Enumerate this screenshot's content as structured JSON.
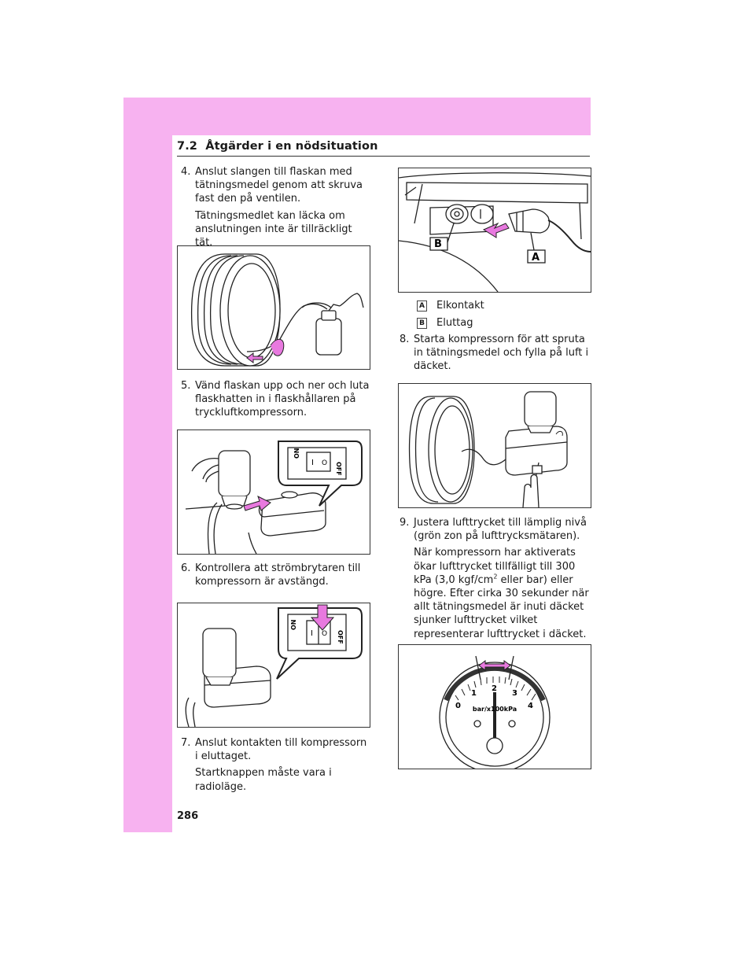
{
  "header": {
    "section": "7.2",
    "title": "Åtgärder i en nödsituation"
  },
  "page_number": "286",
  "steps": [
    {
      "num": "4.",
      "text": "Anslut slangen till flaskan med tätningsmedel genom att skruva fast den på ventilen.",
      "note": "Tätningsmedlet kan läcka om anslutningen inte är tillräckligt tät."
    },
    {
      "num": "5.",
      "text": "Vänd flaskan upp och ner och luta flaskhatten in i flaskhållaren på tryckluftkompressorn."
    },
    {
      "num": "6.",
      "text": "Kontrollera att strömbrytaren till kompressorn är avstängd."
    },
    {
      "num": "7.",
      "text": "Anslut kontakten till kompressorn i eluttaget.",
      "note": "Startknappen måste vara i radioläge."
    },
    {
      "num": "8.",
      "text": "Starta kompressorn för att spruta in tätningsmedel och fylla på luft i däcket."
    },
    {
      "num": "9.",
      "text": "Justera lufttrycket till lämplig nivå (grön zon på lufttrycksmätaren).",
      "note_a": "När kompressorn har aktiverats ökar lufttrycket tillfälligt till 300 kPa (3,0 kgf/cm",
      "note_sup": "2",
      "note_b": " eller bar) eller högre. Efter cirka 30 sekunder när allt tätningsmedel är inuti däcket sjunker lufttrycket vilket representerar lufttrycket i däcket."
    }
  ],
  "legend": [
    {
      "key": "A",
      "label": "Elkontakt"
    },
    {
      "key": "B",
      "label": "Eluttag"
    }
  ],
  "figures": {
    "switch_on": "ON",
    "switch_off": "OFF",
    "switch_on_mark": "I",
    "switch_off_mark": "O",
    "callout_a": "A",
    "callout_b": "B",
    "gauge_unit": "bar/x100kPa",
    "gauge_ticks": [
      "0",
      "1",
      "2",
      "3",
      "4"
    ]
  },
  "colors": {
    "accent_pink": "#f7b2f0",
    "arrow_pink": "#e879df"
  }
}
